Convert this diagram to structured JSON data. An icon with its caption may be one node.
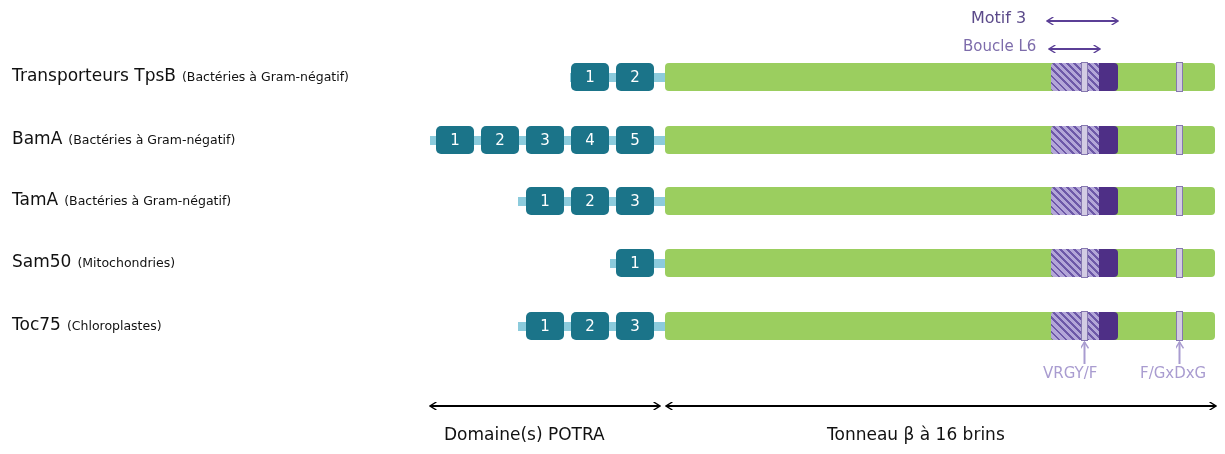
{
  "diagram": {
    "nodes": [
      {
        "text": [
          "1"
        ]
      },
      {
        "text": [
          "2"
        ]
      },
      {
        "text": [
          "1"
        ]
      },
      {
        "text": [
          "2"
        ]
      },
      {
        "text": [
          "3"
        ]
      },
      {
        "text": [
          "4"
        ]
      },
      {
        "text": [
          "5"
        ]
      },
      {
        "text": [
          "1"
        ]
      },
      {
        "text": [
          "2"
        ]
      },
      {
        "text": [
          "3"
        ]
      },
      {
        "text": [
          "1"
        ]
      },
      {
        "text": [
          "1"
        ]
      },
      {
        "text": [
          "2"
        ]
      },
      {
        "text": [
          "3"
        ]
      },
      {
        "text": [],
        "shape": "bar"
      },
      {
        "text": [],
        "shape": "bar"
      },
      {
        "text": [
          "VRGY/F"
        ]
      },
      {
        "text": [
          "F/GxDxG"
        ]
      }
    ],
    "edges": [
      {
        "from": 16,
        "to": 14,
        "arrow": "to"
      },
      {
        "from": 17,
        "to": 15,
        "arrow": "to"
      }
    ],
    "labels": [
      "Motif 3",
      "Boucle L6",
      "Transporteurs TpsB",
      "(Bactéries à Gram-négatif)",
      "BamA",
      "(Bactéries à Gram-négatif)",
      "TamA",
      "(Bactéries à Gram-négatif)",
      "Sam50",
      "(Mitochondries)",
      "Toc75",
      "(Chloroplastes)",
      "Domaine(s) POTRA",
      "Tonneau β à 16 brins"
    ]
  }
}
